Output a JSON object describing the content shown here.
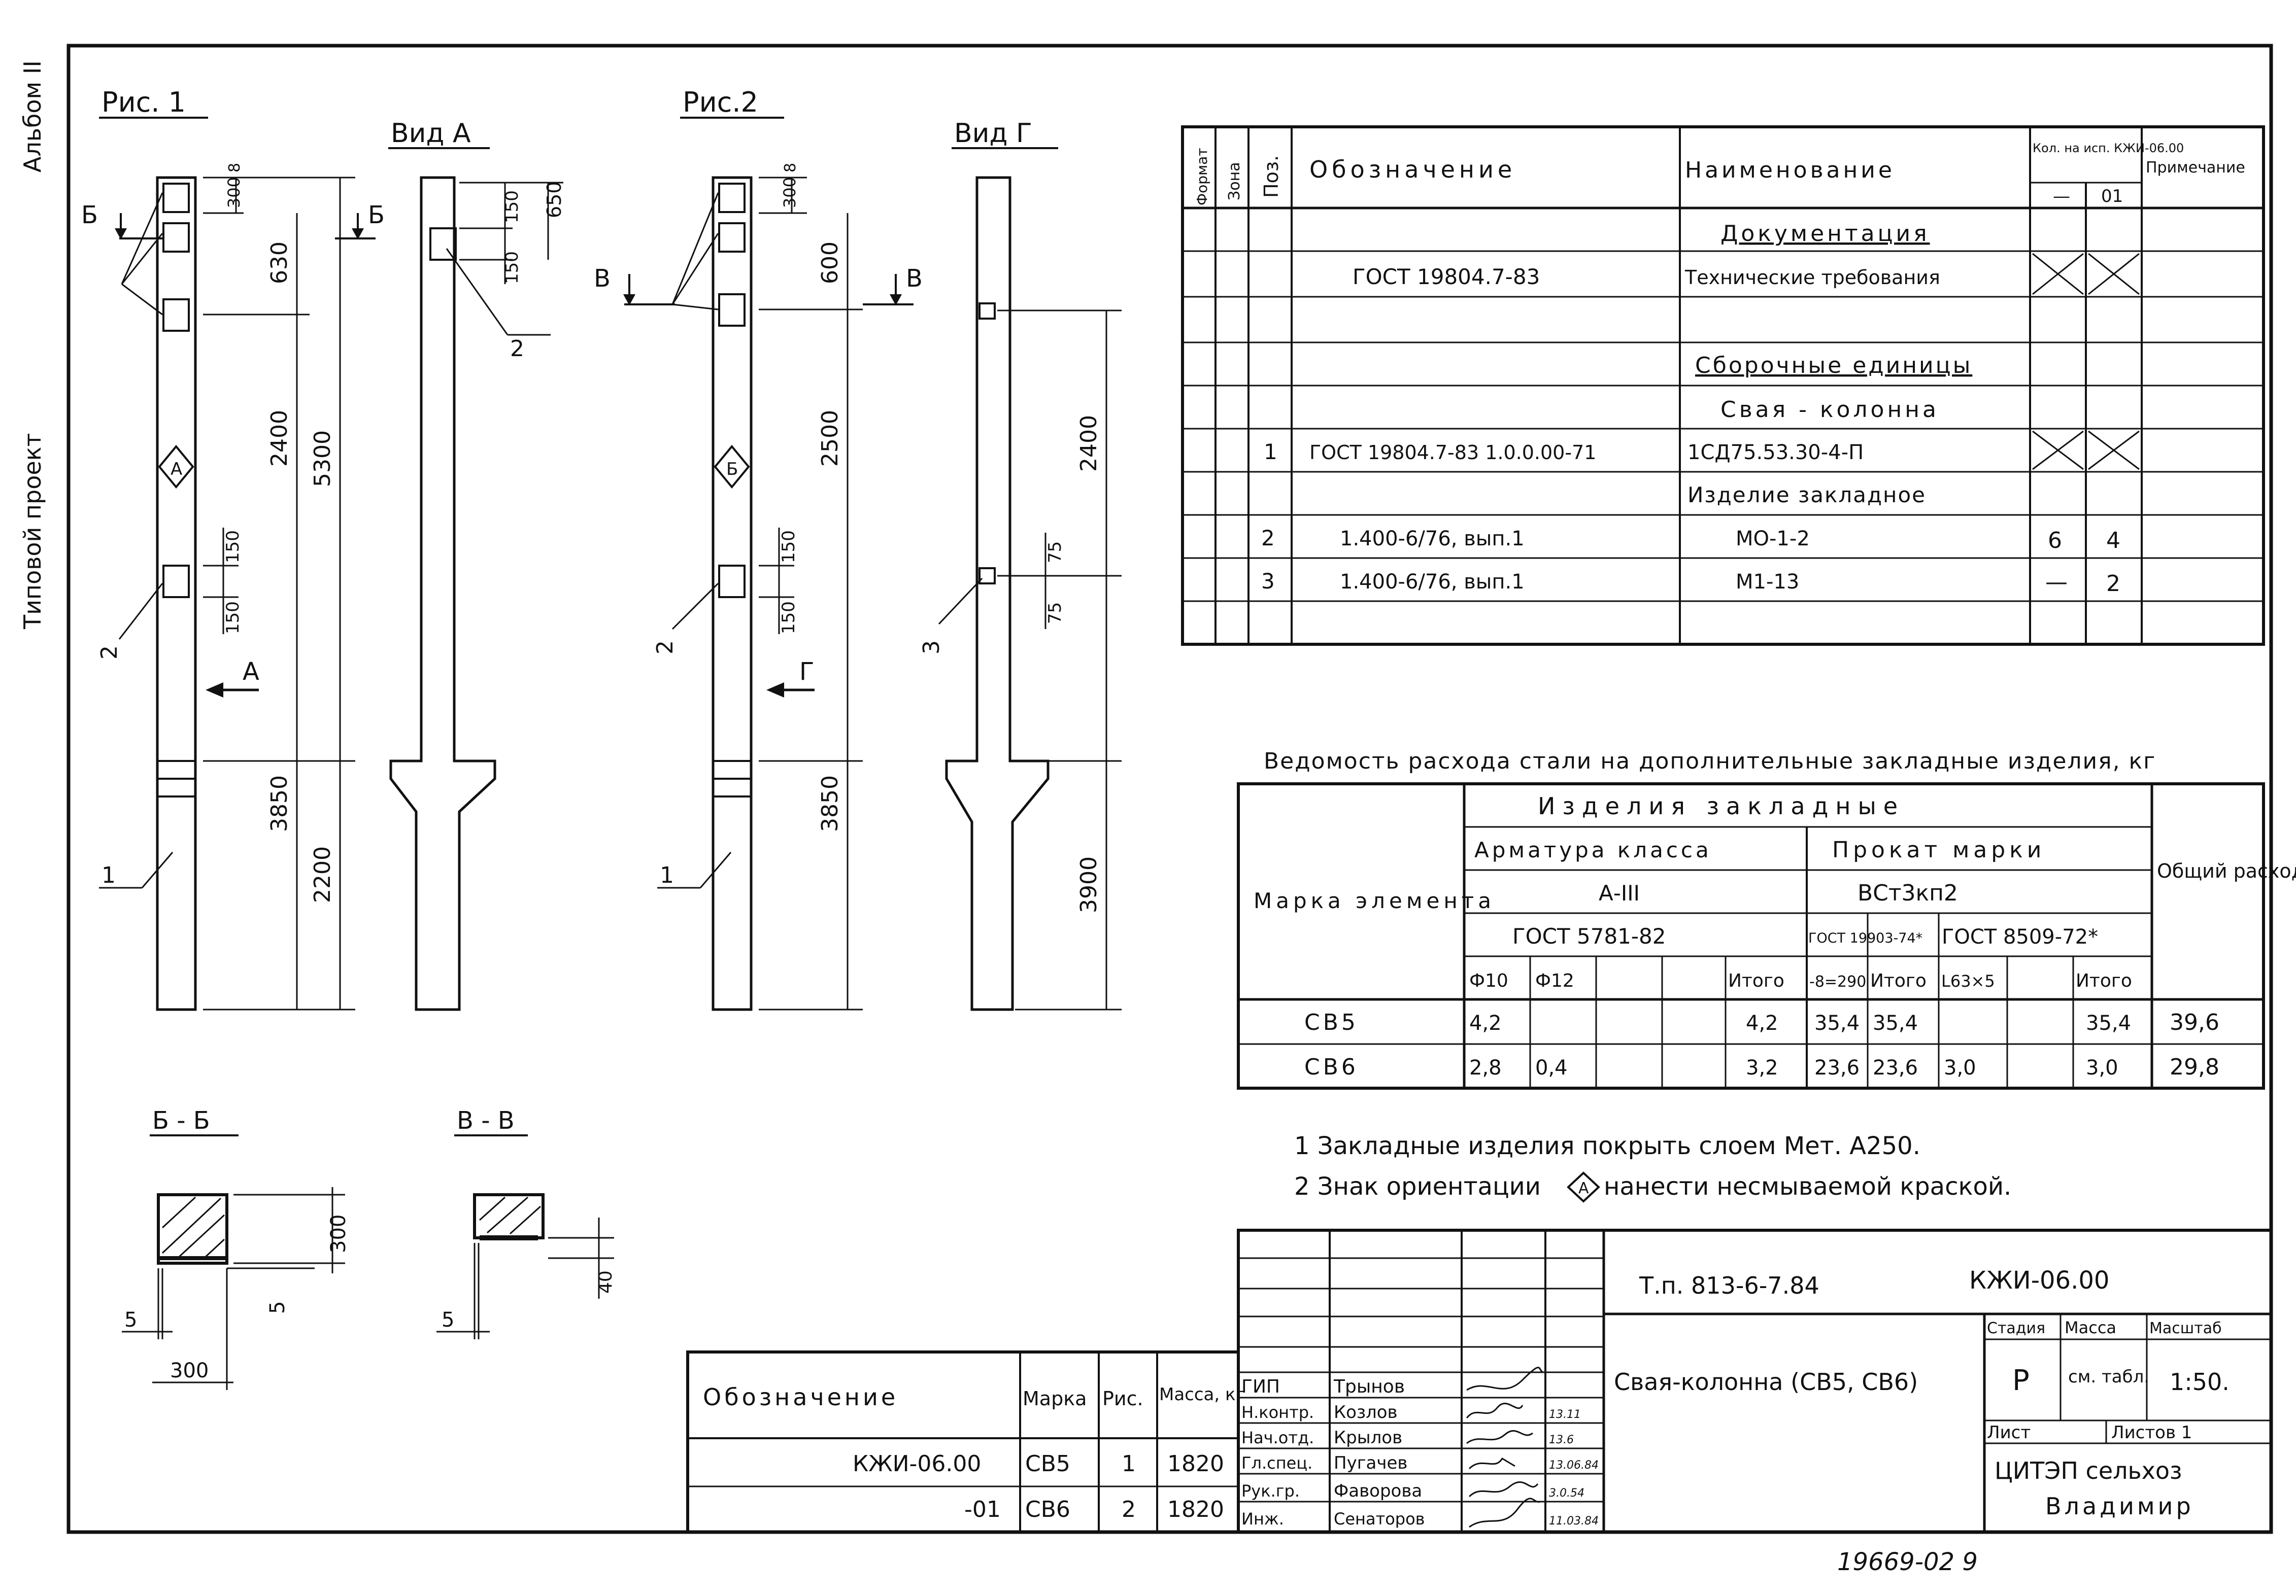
{
  "side": {
    "album": "Альбом II",
    "project": "Типовой проект"
  },
  "fig1": {
    "title": "Рис. 1",
    "view_title": "Вид А",
    "cut_mark": "Б",
    "view_arrow": "А",
    "orient": "А",
    "leaders": [
      "2",
      "1",
      "2"
    ],
    "dims": [
      "300",
      "8",
      "630",
      "2400",
      "5300",
      "150",
      "150",
      "3850",
      "2200",
      "150",
      "150",
      "650"
    ]
  },
  "fig2": {
    "title": "Рис.2",
    "view_title": "Вид Г",
    "cut_mark": "В",
    "view_arrow": "Г",
    "orient": "Б",
    "leaders": [
      "2",
      "1",
      "3"
    ],
    "dims": [
      "300",
      "8",
      "600",
      "2500",
      "150",
      "150",
      "3850",
      "2400",
      "75",
      "75",
      "3900"
    ]
  },
  "sections": {
    "bb": {
      "title": "Б - Б",
      "dims": [
        "300",
        "5",
        "5",
        "300"
      ]
    },
    "vv": {
      "title": "В - В",
      "dims": [
        "5",
        "40"
      ]
    }
  },
  "spec": {
    "headers": [
      "Формат",
      "Зона",
      "Поз.",
      "Обозначение",
      "Наименование",
      "Кол. на исп. КЖИ-06.00",
      "—",
      "01",
      "Примечание"
    ],
    "rows": [
      {
        "pos": "",
        "des": "",
        "name": "Документация",
        "q1": "",
        "q2": ""
      },
      {
        "pos": "",
        "des": "ГОСТ 19804.7-83",
        "name": "Технические требования",
        "q1": "X",
        "q2": "X"
      },
      {
        "pos": "",
        "des": "",
        "name": "",
        "q1": "",
        "q2": ""
      },
      {
        "pos": "",
        "des": "",
        "name": "Сборочные единицы",
        "q1": "",
        "q2": ""
      },
      {
        "pos": "",
        "des": "",
        "name": "Свая - колонна",
        "q1": "",
        "q2": ""
      },
      {
        "pos": "1",
        "des": "ГОСТ 19804.7-83 1.0.0.00-71",
        "name": "1СД75.53.30-4-П",
        "q1": "X",
        "q2": "X"
      },
      {
        "pos": "",
        "des": "",
        "name": "Изделие закладное",
        "q1": "",
        "q2": ""
      },
      {
        "pos": "2",
        "des": "1.400-6/76, вып.1",
        "name": "МО-1-2",
        "q1": "6",
        "q2": "4"
      },
      {
        "pos": "3",
        "des": "1.400-6/76, вып.1",
        "name": "М1-13",
        "q1": "—",
        "q2": "2"
      },
      {
        "pos": "",
        "des": "",
        "name": "",
        "q1": "",
        "q2": ""
      }
    ]
  },
  "steel": {
    "title": "Ведомость расхода стали на дополнительные закладные изделия, кг",
    "h_mark": "Марка элемента",
    "h_items": "Изделия закладные",
    "h_rebar": "Арматура класса",
    "h_rebar_class": "А-III",
    "h_rebar_gost": "ГОСТ 5781-82",
    "h_rolled": "Прокат марки",
    "h_rolled_mark": "ВСт3кп2",
    "h_gost1": "ГОСТ 19903-74*",
    "h_gost2": "ГОСТ 8509-72*",
    "h_total": "Общий расход",
    "sub": [
      "Ф10",
      "Ф12",
      "",
      "",
      "Итого",
      "-8=290",
      "Итого",
      "L63×5",
      "",
      "Итого"
    ],
    "rows": [
      {
        "mark": "СВ5",
        "c": [
          "4,2",
          "",
          "",
          "",
          "4,2",
          "35,4",
          "35,4",
          "",
          "",
          "35,4"
        ],
        "total": "39,6"
      },
      {
        "mark": "СВ6",
        "c": [
          "2,8",
          "0,4",
          "",
          "",
          "3,2",
          "23,6",
          "23,6",
          "3,0",
          "",
          "3,0"
        ],
        "total": "29,8"
      }
    ]
  },
  "notes": {
    "n1": "1 Закладные изделия покрыть слоем Мет. А250.",
    "n2a": "2 Знак ориентации",
    "n2_symbol": "А",
    "n2b": "нанести несмываемой краской."
  },
  "variants": {
    "headers": [
      "Обозначение",
      "Марка",
      "Рис.",
      "Масса, кг"
    ],
    "rows": [
      {
        "des": "КЖИ-06.00",
        "mark": "СВ5",
        "fig": "1",
        "mass": "1820"
      },
      {
        "des": "-01",
        "mark": "СВ6",
        "fig": "2",
        "mass": "1820"
      }
    ]
  },
  "stamp": {
    "people": [
      {
        "role": "ГИП",
        "name": "Трынов",
        "date": ""
      },
      {
        "role": "Н.контр.",
        "name": "Козлов",
        "date": "13.11"
      },
      {
        "role": "Нач.отд.",
        "name": "Крылов",
        "date": "13.6"
      },
      {
        "role": "Гл.спец.",
        "name": "Пугачев",
        "date": "13.06.84"
      },
      {
        "role": "Рук.гр.",
        "name": "Фаворова",
        "date": "3.0.54"
      },
      {
        "role": "Инж.",
        "name": "Сенаторов",
        "date": "11.03.84"
      }
    ],
    "project_code": "Т.п. 813-6-7.84",
    "doc_code": "КЖИ-06.00",
    "title": "Свая-колонна (СВ5, СВ6)",
    "stage_label": "Стадия",
    "stage": "Р",
    "mass_label": "Масса",
    "mass": "см. табл.",
    "scale_label": "Масштаб",
    "scale": "1:50.",
    "sheet_label": "Лист",
    "sheets_label": "Листов 1",
    "org1": "ЦИТЭП сельхоз",
    "org2": "Владимир"
  },
  "bottom_number": "19669-02 9"
}
